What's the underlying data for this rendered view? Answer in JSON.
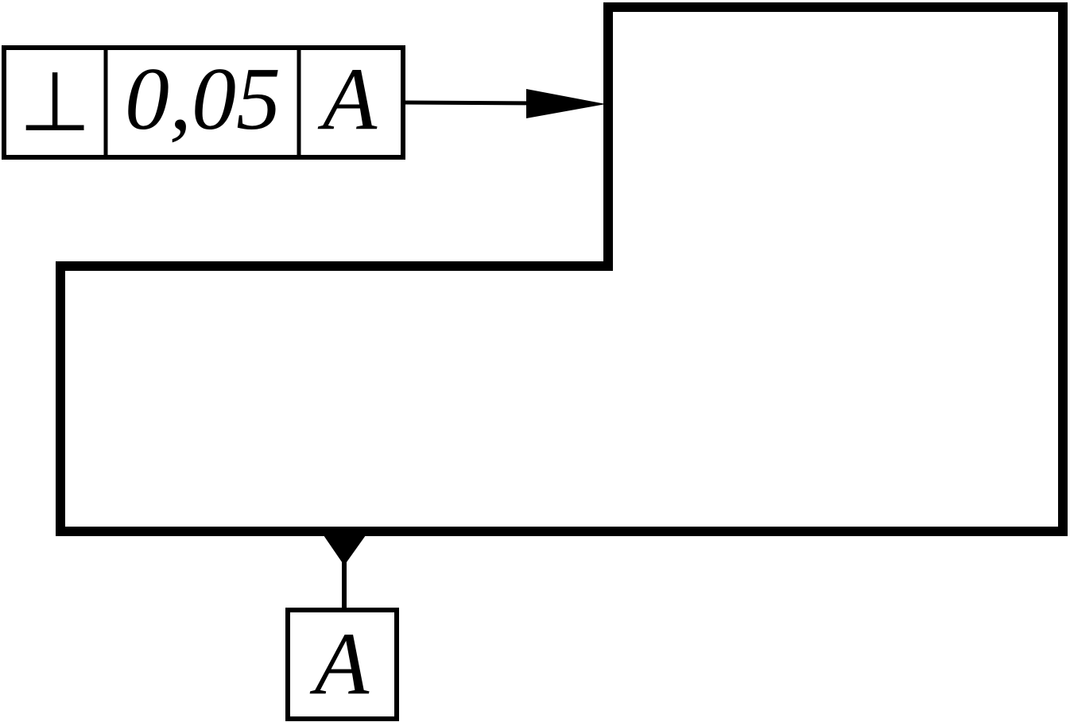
{
  "feature_control_frame": {
    "symbol": "⊥",
    "tolerance": "0,05",
    "datum_reference": "A"
  },
  "datum_feature": {
    "label": "A"
  },
  "colors": {
    "stroke": "#000000",
    "background": "#ffffff"
  }
}
